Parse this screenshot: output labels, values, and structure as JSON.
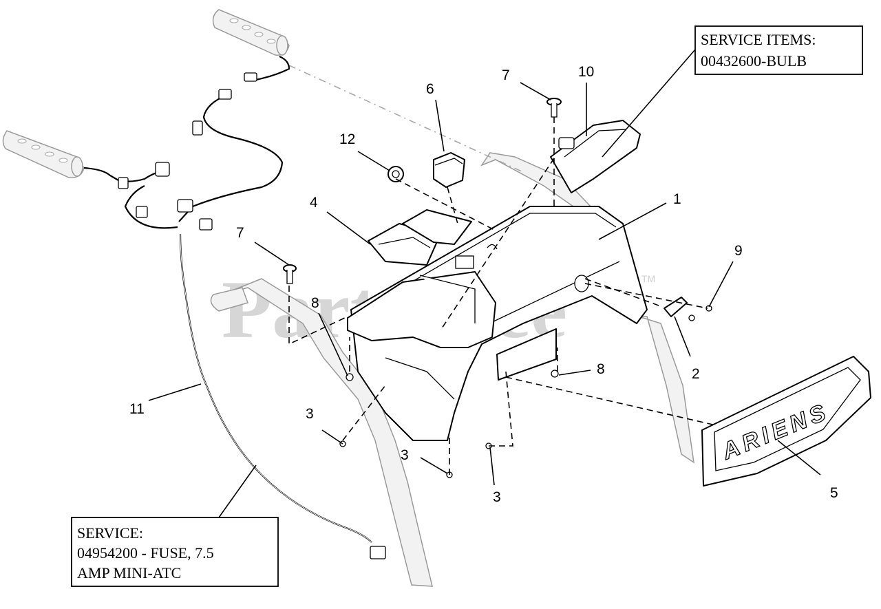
{
  "watermark": {
    "text": "PartsTree",
    "trademark": "TM"
  },
  "callouts": [
    {
      "id": "c1",
      "label": "1"
    },
    {
      "id": "c2",
      "label": "2"
    },
    {
      "id": "c3a",
      "label": "3"
    },
    {
      "id": "c3b",
      "label": "3"
    },
    {
      "id": "c3c",
      "label": "3"
    },
    {
      "id": "c4",
      "label": "4"
    },
    {
      "id": "c5",
      "label": "5"
    },
    {
      "id": "c6",
      "label": "6"
    },
    {
      "id": "c7a",
      "label": "7"
    },
    {
      "id": "c7b",
      "label": "7"
    },
    {
      "id": "c8a",
      "label": "8"
    },
    {
      "id": "c8b",
      "label": "8"
    },
    {
      "id": "c9",
      "label": "9"
    },
    {
      "id": "c10",
      "label": "10"
    },
    {
      "id": "c11",
      "label": "11"
    },
    {
      "id": "c12",
      "label": "12"
    }
  ],
  "service_bulb": {
    "line1": "SERVICE ITEMS:",
    "line2": "00432600-BULB"
  },
  "service_fuse": {
    "line1": "SERVICE:",
    "line2": "04954200 - FUSE, 7.5",
    "line3": "AMP MINI-ATC"
  },
  "panel_brand": "ARIENS"
}
